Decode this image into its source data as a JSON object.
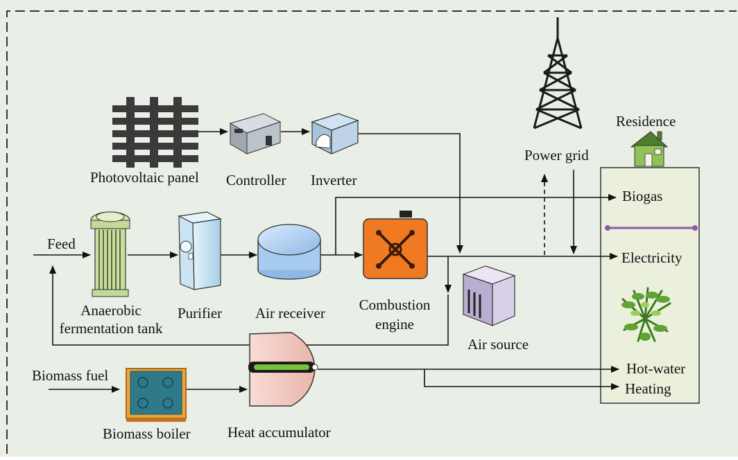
{
  "components": {
    "photovoltaic_panel": "Photovoltaic panel",
    "controller": "Controller",
    "inverter": "Inverter",
    "power_grid": "Power grid",
    "residence": "Residence",
    "feed": "Feed",
    "anaerobic_tank_line1": "Anaerobic",
    "anaerobic_tank_line2": "fermentation tank",
    "purifier": "Purifier",
    "air_receiver": "Air receiver",
    "combustion_engine_line1": "Combustion",
    "combustion_engine_line2": "engine",
    "air_source": "Air source",
    "biomass_fuel": "Biomass fuel",
    "biomass_boiler": "Biomass boiler",
    "heat_accumulator": "Heat accumulator"
  },
  "outputs": {
    "biogas": "Biogas",
    "electricity": "Electricity",
    "hot_water": "Hot-water",
    "heating": "Heating"
  },
  "colors": {
    "background": "#e9efe6",
    "residence_box": "#eaf0dc",
    "divider": "#8c5aa8",
    "engine": "#f07a22",
    "boiler": "#e8a640",
    "accumulator": "#f5cfc8",
    "tank": "#c9dea0",
    "receiver": "#9dc3ec",
    "purifier": "#b9d9ee",
    "air_source": "#d8d0e8"
  }
}
